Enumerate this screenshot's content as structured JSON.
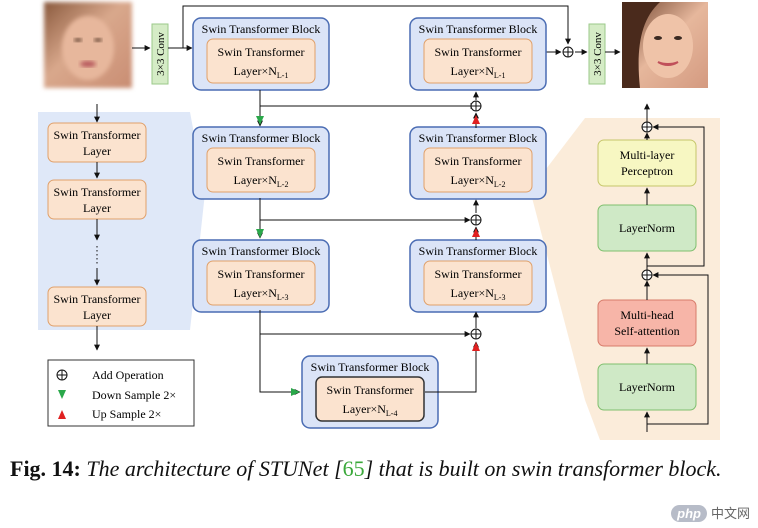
{
  "blocks": {
    "block_title": "Swin Transformer Block",
    "inner_line1": "Swin Transformer",
    "inner_prefix": "Layer×N",
    "levels": [
      "L-1",
      "L-2",
      "L-3",
      "L-4"
    ]
  },
  "conv": {
    "label": "3×3 Conv"
  },
  "stack": {
    "layer_label_line1": "Swin Transformer",
    "layer_label_line2": "Layer"
  },
  "legend": {
    "add": "Add Operation",
    "down": "Down Sample 2×",
    "up": "Up Sample 2×"
  },
  "detail": {
    "mlp_line1": "Multi-layer",
    "mlp_line2": "Perceptron",
    "layernorm": "LayerNorm",
    "msa_line1": "Multi-head",
    "msa_line2": "Self-attention"
  },
  "caption": {
    "fig": "Fig. 14:",
    "text_before": "The architecture of STUNet [",
    "ref": "65",
    "text_after": "] that is built on swin transformer block."
  },
  "watermark": {
    "logo": "php",
    "site": "中文网"
  },
  "colors": {
    "block_fill": "#dbe4f7",
    "block_stroke": "#4a6cb3",
    "inner_fill": "#fbe3cf",
    "inner_stroke": "#e0a06a",
    "panel_left": "#dce6f7",
    "panel_right": "#fbead6",
    "conv_fill": "#d5ecc6",
    "green": "#2aa84a",
    "red": "#e02020",
    "mlp_fill": "#f7f7c2",
    "ln_fill": "#cfe9c6",
    "msa_fill": "#f7b5a8"
  }
}
